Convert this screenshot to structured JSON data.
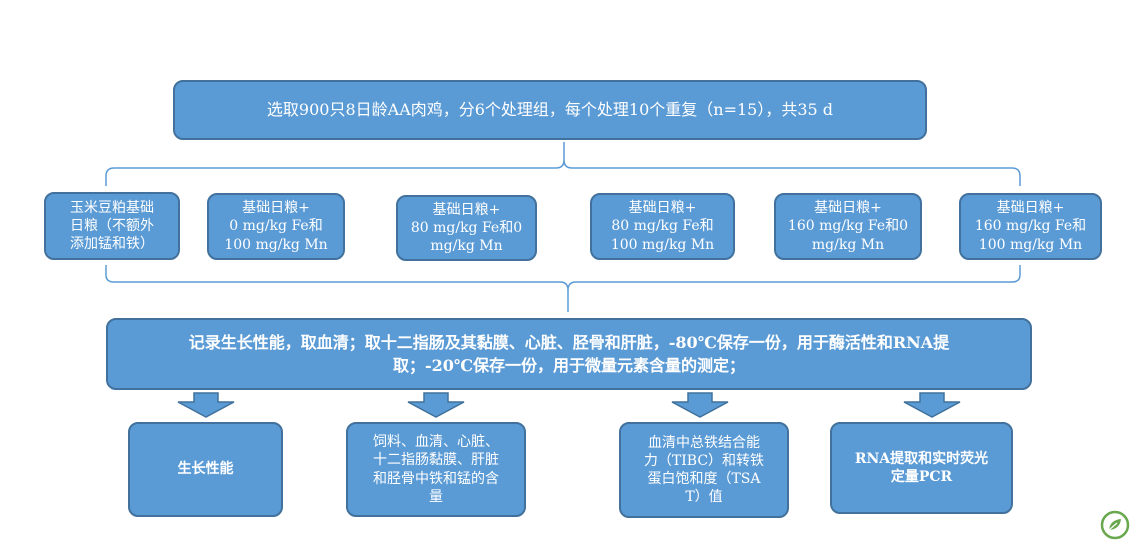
{
  "top": {
    "text": "选取900只8日龄AA肉鸡，分6个处理组，每个处理10个重复（n=15），共35 d"
  },
  "groups": [
    {
      "lines": [
        "玉米豆粕基础",
        "日粮（不额外",
        "添加锰和铁）"
      ]
    },
    {
      "lines": [
        "基础日粮+",
        "0 mg/kg Fe和",
        "100 mg/kg Mn"
      ]
    },
    {
      "lines": [
        "基础日粮+",
        "80 mg/kg Fe和0",
        "mg/kg Mn"
      ]
    },
    {
      "lines": [
        "基础日粮+",
        "80 mg/kg Fe和",
        "100 mg/kg Mn"
      ]
    },
    {
      "lines": [
        "基础日粮+",
        "160 mg/kg Fe和0",
        "mg/kg Mn"
      ]
    },
    {
      "lines": [
        "基础日粮+",
        "160 mg/kg Fe和",
        "100 mg/kg Mn"
      ]
    }
  ],
  "mid": {
    "lines": [
      "记录生长性能，取血清；取十二指肠及其黏膜、心脏、胫骨和肝脏，-80℃保存一份，用于酶活性和RNA提",
      "取；-20℃保存一份，用于微量元素含量的测定；"
    ]
  },
  "results": [
    {
      "lines": [
        "生长性能"
      ]
    },
    {
      "lines": [
        "饲料、血清、心脏、",
        "十二指肠黏膜、肝脏",
        "和胫骨中铁和锰的含",
        "量"
      ]
    },
    {
      "lines": [
        "血清中总铁结合能",
        "力（TIBC）和转铁",
        "蛋白饱和度（TSA",
        "T）值"
      ]
    },
    {
      "lines": [
        "RNA提取和实时荧光",
        "定量PCR"
      ]
    }
  ],
  "colors": {
    "box_fill": "#5b9bd5",
    "box_border": "#41719c",
    "text": "#ffffff",
    "logo": "#6aa84f"
  },
  "icons": {
    "logo": "leaf-logo-icon"
  }
}
